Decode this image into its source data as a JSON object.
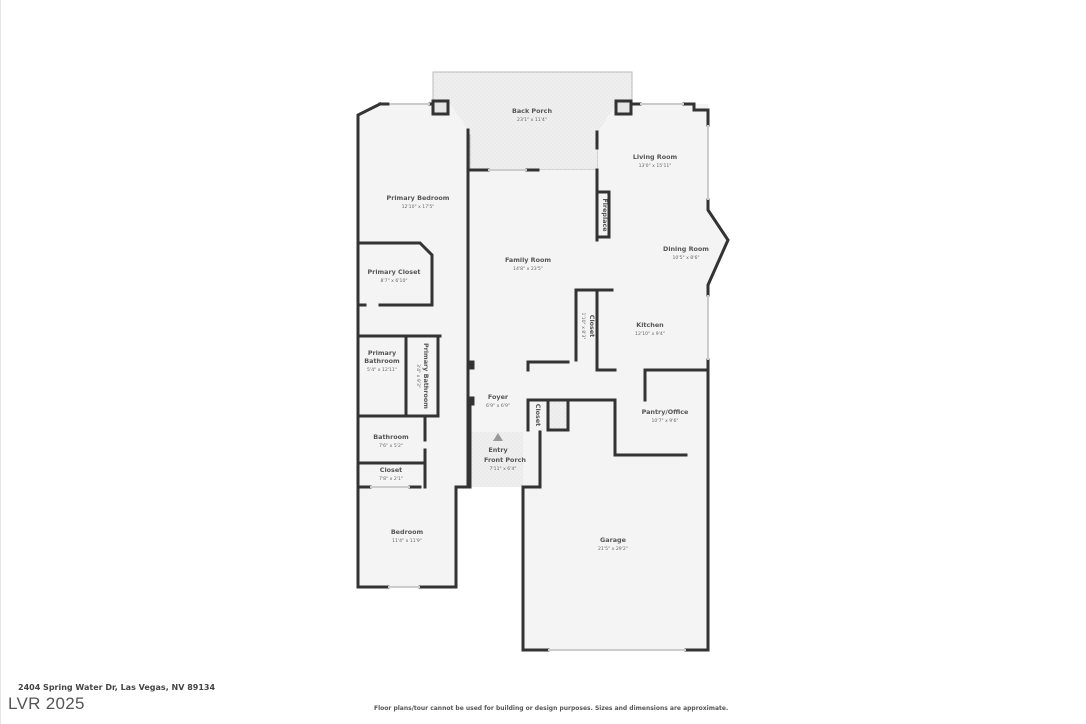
{
  "plan": {
    "address": "2404 Spring Water Dr, Las Vegas, NV 89134",
    "watermark": "LVR 2025",
    "disclaimer": "Floor plans/tour cannot be used for building or design purposes. Sizes and dimensions are approximate.",
    "colors": {
      "wall": "#333333",
      "floor": "#f4f4f4",
      "porch": "#ececec",
      "window": "#d6d6d6",
      "background": "#ffffff"
    }
  },
  "rooms": {
    "back_porch": {
      "name": "Back Porch",
      "dim": "23'1\" x 11'4\""
    },
    "living_room": {
      "name": "Living Room",
      "dim": "13'0\" x 15'11\""
    },
    "primary_bedroom": {
      "name": "Primary Bedroom",
      "dim": "12'10\" x 17'5\""
    },
    "fireplace": {
      "name": "Fireplace"
    },
    "family_room": {
      "name": "Family Room",
      "dim": "14'8\" x 23'5\""
    },
    "dining_room": {
      "name": "Dining Room",
      "dim": "10'5\" x 8'6\""
    },
    "primary_closet": {
      "name": "Primary Closet",
      "dim": "8'7\" x 6'10\""
    },
    "closet_kitchen": {
      "name": "Closet",
      "dim": "1'10\" x 8'3\""
    },
    "kitchen": {
      "name": "Kitchen",
      "dim": "12'10\" x 9'4\""
    },
    "primary_bathroom_1": {
      "name_line1": "Primary",
      "name_line2": "Bathroom",
      "dim": "5'4\" x 12'11\""
    },
    "primary_bathroom_2": {
      "name": "Primary Bathroom",
      "dim": "3'4\" x 9'3\""
    },
    "foyer": {
      "name": "Foyer",
      "dim": "6'9\" x 6'9\""
    },
    "closet_foyer": {
      "name": "Closet"
    },
    "pantry_office": {
      "name": "Pantry/Office",
      "dim": "10'7\" x 9'6\""
    },
    "bathroom": {
      "name": "Bathroom",
      "dim": "7'6\" x 5'2\""
    },
    "entry": {
      "name": "Entry"
    },
    "front_porch": {
      "name": "Front Porch",
      "dim": "7'11\" x 6'4\""
    },
    "closet_hall": {
      "name": "Closet",
      "dim": "7'8\" x 2'1\""
    },
    "bedroom": {
      "name": "Bedroom",
      "dim": "11'4\" x 11'9\""
    },
    "garage": {
      "name": "Garage",
      "dim": "21'5\" x 29'2\""
    }
  }
}
